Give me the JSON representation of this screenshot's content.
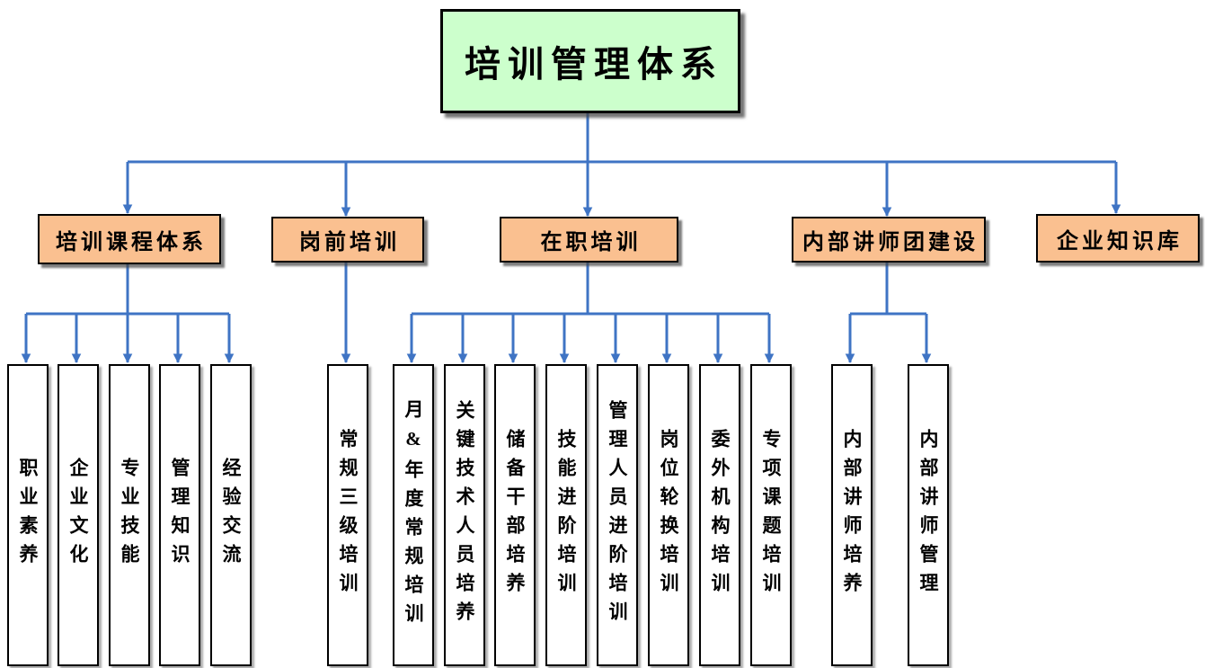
{
  "tree": {
    "root": {
      "label": "培训管理体系"
    },
    "branches": [
      {
        "label": "培训课程体系",
        "children": [
          "职业素养",
          "企业文化",
          "专业技能",
          "管理知识",
          "经验交流"
        ]
      },
      {
        "label": "岗前培训",
        "children": [
          "常规三级培训"
        ]
      },
      {
        "label": "在职培训",
        "children": [
          "月&年度常规培训",
          "关键技术人员培养",
          "储备干部培养",
          "技能进阶培训",
          "管理人员进阶培训",
          "岗位轮换培训",
          "委外机构培训",
          "专项课题培训"
        ]
      },
      {
        "label": "内部讲师团建设",
        "children": [
          "内部讲师培养",
          "内部讲师管理"
        ]
      },
      {
        "label": "企业知识库",
        "children": []
      }
    ]
  },
  "colors": {
    "root_fill": "#ccffcc",
    "branch_fill": "#fac090",
    "leaf_fill": "#ffffff",
    "connector": "#3f74c4",
    "node_border": "#000000",
    "text": "#000000"
  }
}
